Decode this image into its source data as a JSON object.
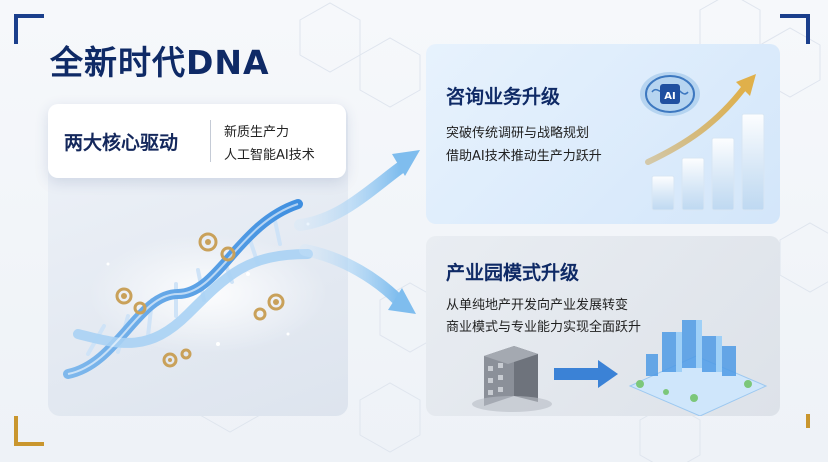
{
  "title": "全新时代DNA",
  "core": {
    "title": "两大核心驱动",
    "items": [
      "新质生产力",
      "人工智能AI技术"
    ]
  },
  "consulting": {
    "title": "咨询业务升级",
    "lines": [
      "突破传统调研与战略规划",
      "借助AI技术推动生产力跃升"
    ],
    "chip_label": "AI"
  },
  "park": {
    "title": "产业园模式升级",
    "lines": [
      "从单纯地产开发向产业发展转变",
      "商业模式与专业能力实现全面跃升"
    ]
  },
  "colors": {
    "title": "#0f2a66",
    "corner_blue": "#1b3f8c",
    "corner_gold": "#c9962e",
    "arrow_blue": "#8ec5ef"
  }
}
